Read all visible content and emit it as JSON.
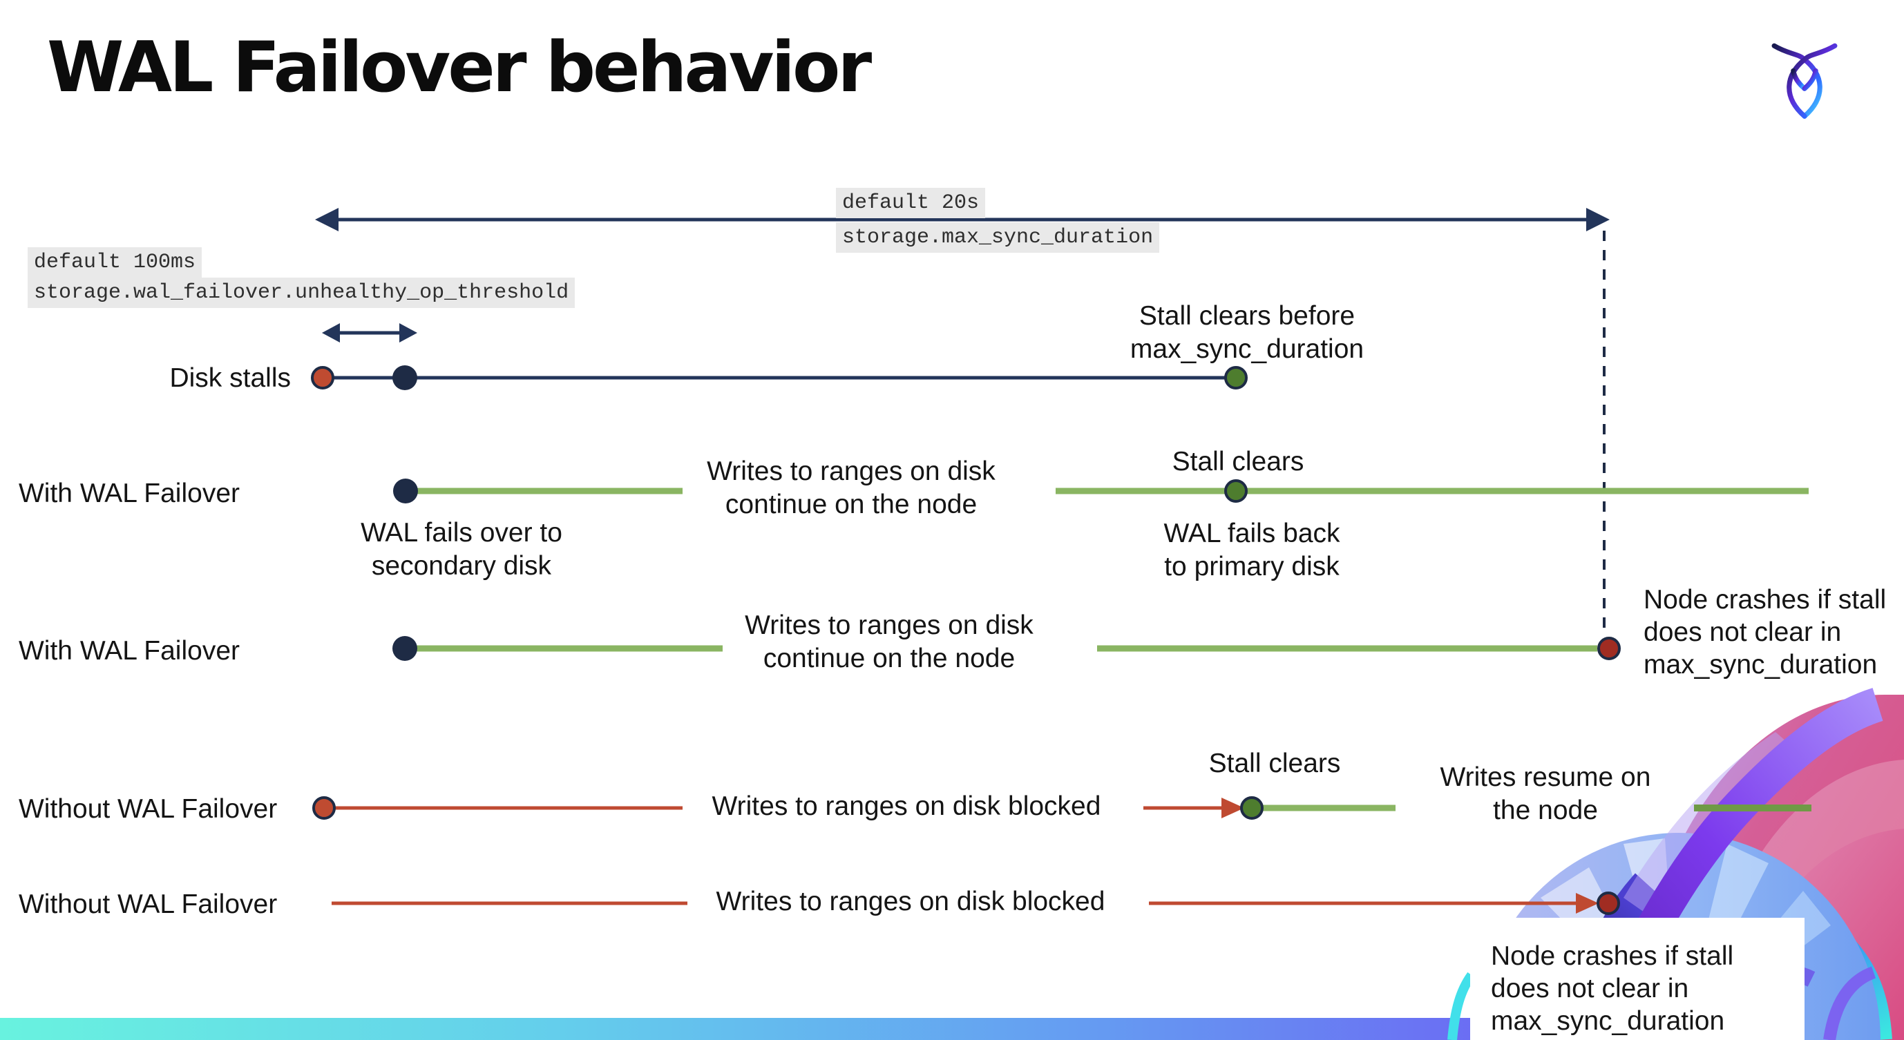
{
  "header": {
    "title": "WAL Failover behavior",
    "logo": "cockroachdb-logo"
  },
  "settings": {
    "max_sync_duration": {
      "default_label": "default 20s",
      "setting_name": "storage.max_sync_duration"
    },
    "unhealthy_op_threshold": {
      "default_label": "default 100ms",
      "setting_name": "storage.wal_failover.unhealthy_op_threshold"
    }
  },
  "rows": {
    "r1": {
      "label": "Disk stalls",
      "stall_note_line1": "Stall clears before",
      "stall_note_line2": "max_sync_duration"
    },
    "r2": {
      "label": "With WAL Failover",
      "failover_note_line1": "WAL fails over to",
      "failover_note_line2": "secondary disk",
      "writes_note_line1": "Writes to ranges on disk",
      "writes_note_line2": "continue on the node",
      "stall_clears": "Stall clears",
      "failback_note_line1": "WAL fails  back",
      "failback_note_line2": "to primary disk"
    },
    "r3": {
      "label": "With WAL Failover",
      "writes_note_line1": "Writes to ranges on disk",
      "writes_note_line2": "continue on the node",
      "crash_note_line1": "Node crashes if stall",
      "crash_note_line2": "does not clear in",
      "crash_note_line3": "max_sync_duration"
    },
    "r4": {
      "label": "Without WAL Failover",
      "blocked_note": "Writes to ranges on disk  blocked",
      "stall_clears": "Stall clears",
      "resume_note_line1": "Writes resume on",
      "resume_note_line2": "the node"
    },
    "r5": {
      "label": "Without WAL Failover",
      "blocked_note": "Writes to ranges on disk  blocked",
      "crash_note_line1": "Node crashes if stall",
      "crash_note_line2": "does not clear in",
      "crash_note_line3": "max_sync_duration"
    }
  },
  "colors": {
    "navy": "#1E2B45",
    "navy_line": "#23355A",
    "red_orange": "#BF4B31",
    "dark_red": "#A02C22",
    "green_dot": "#4E7D2E",
    "green_line": "#8AB562",
    "code_highlight_bg": "#E9E9E9",
    "bar_gradient_left": "#68F2DF",
    "bar_gradient_right": "#7A4FF0",
    "brand_pink": "#D6508C",
    "brand_purple": "#7C3AED",
    "brand_blue": "#3B82F6"
  }
}
